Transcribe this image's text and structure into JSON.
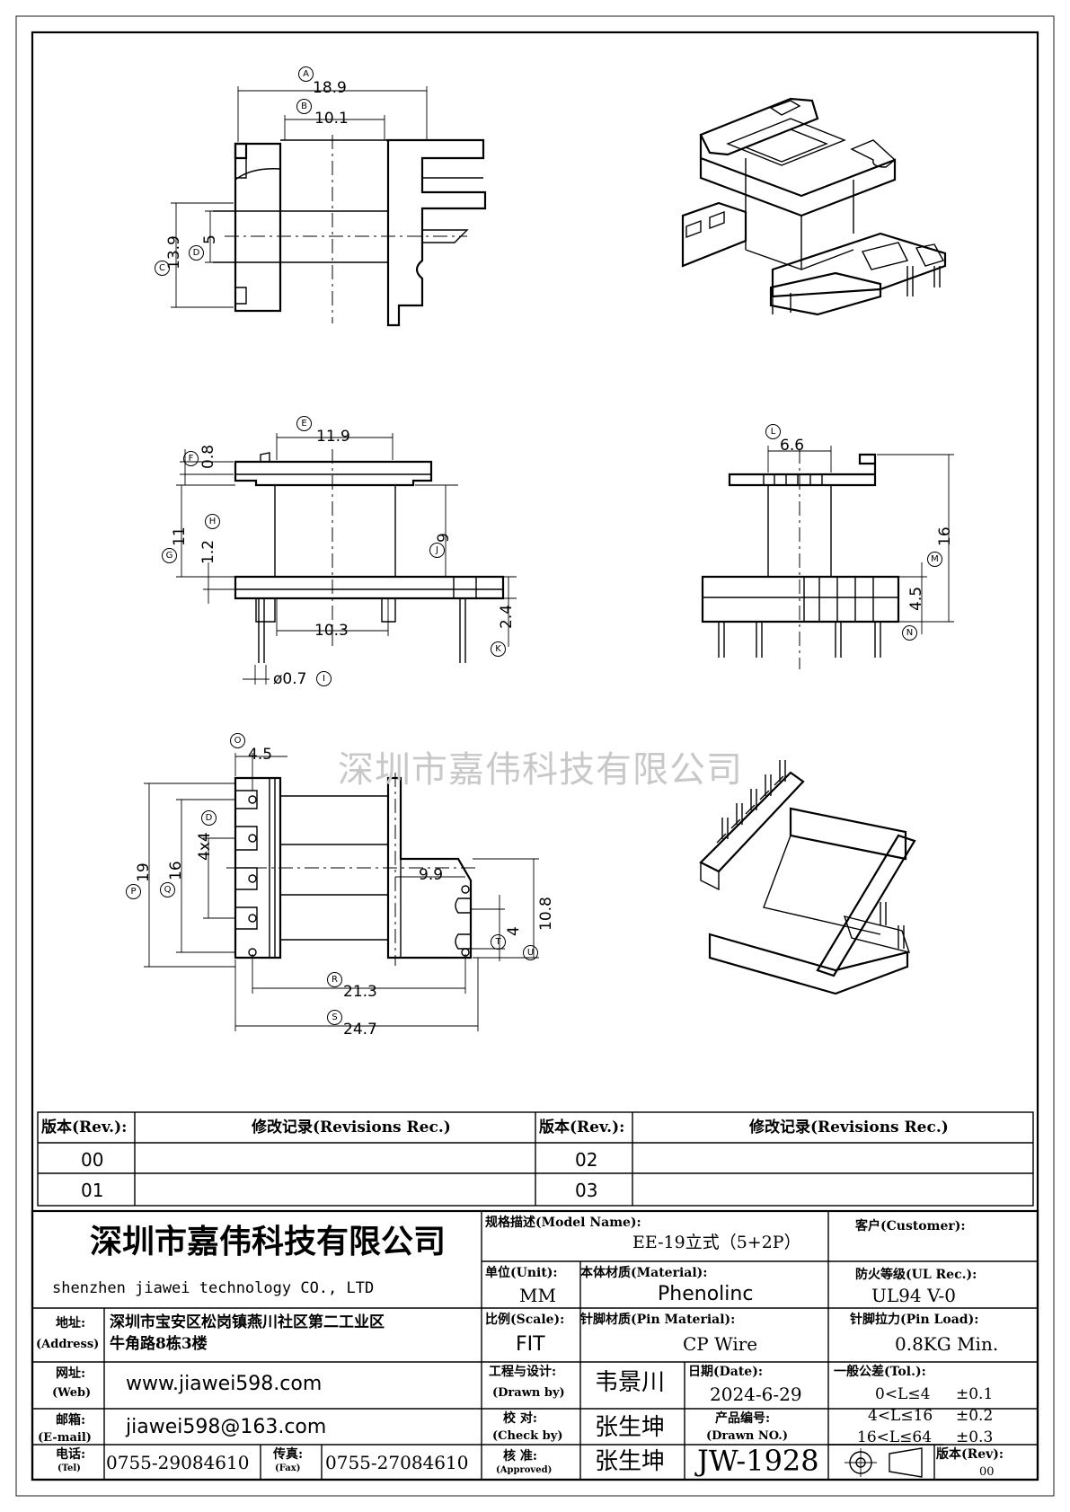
{
  "watermark": "深圳市嘉伟科技有限公司",
  "dimensions": {
    "A": {
      "tag": "A",
      "value": "18.9"
    },
    "B": {
      "tag": "B",
      "value": "10.1"
    },
    "C": {
      "tag": "C",
      "value": "13.9"
    },
    "D": {
      "tag": "D",
      "value": "5"
    },
    "E": {
      "tag": "E",
      "value": "11.9"
    },
    "F": {
      "tag": "F",
      "value": "0.8"
    },
    "G": {
      "tag": "G",
      "value": "11"
    },
    "H": {
      "tag": "H",
      "value": "1.2"
    },
    "J": {
      "tag": "J",
      "value": "9"
    },
    "K": {
      "tag": "K",
      "value": "2.4"
    },
    "I": {
      "tag": "I",
      "value": "ø0.7"
    },
    "W": {
      "value": "10.3"
    },
    "L": {
      "tag": "L",
      "value": "6.6"
    },
    "M": {
      "tag": "M",
      "value": "16"
    },
    "N": {
      "tag": "N",
      "value": "4.5"
    },
    "O": {
      "tag": "O",
      "value": "4.5"
    },
    "D2": {
      "tag": "D",
      "value": "4x4"
    },
    "P": {
      "tag": "P",
      "value": "19"
    },
    "Q": {
      "tag": "Q",
      "value": "16"
    },
    "X": {
      "value": "9.9"
    },
    "T": {
      "tag": "T",
      "value": "4"
    },
    "U": {
      "tag": "U",
      "value": "10.8"
    },
    "R": {
      "tag": "R",
      "value": "21.3"
    },
    "S": {
      "tag": "S",
      "value": "24.7"
    }
  },
  "revisions": {
    "headers": {
      "rev_left": "版本(Rev.):",
      "rec_left": "修改记录(Revisions Rec.)",
      "rev_right": "版本(Rev.):",
      "rec_right": "修改记录(Revisions Rec.)"
    },
    "rows": [
      {
        "rev_left": "00",
        "rec_left": "",
        "rev_right": "02",
        "rec_right": ""
      },
      {
        "rev_left": "01",
        "rec_left": "",
        "rev_right": "03",
        "rec_right": ""
      }
    ]
  },
  "title_block": {
    "company_cn": "深圳市嘉伟科技有限公司",
    "company_en": "shenzhen  jiawei  technology  CO., LTD",
    "address_label": "地址:",
    "address_label_en": "(Address)",
    "address_line1": "深圳市宝安区松岗镇燕川社区第二工业区",
    "address_line2": "牛角路8栋3楼",
    "web_label": "网址:",
    "web_label_en": "(Web)",
    "web": "www.jiawei598.com",
    "email_label": "邮箱:",
    "email_label_en": "(E-mail)",
    "email": "jiawei598@163.com",
    "tel_label": "电话:",
    "tel_label_en": "(Tel)",
    "tel": "0755-29084610",
    "fax_label": "传真:",
    "fax_label_en": "(Fax)",
    "fax": "0755-27084610",
    "model_label": "规格描述(Model Name):",
    "model": "EE-19立式（5+2P）",
    "customer_label": "客户(Customer):",
    "customer": "",
    "unit_label": "单位(Unit):",
    "unit": "MM",
    "material_label": "本体材质(Material):",
    "material": "Phenolinc",
    "ul_label": "防火等级(UL Rec.):",
    "ul": "UL94 V-0",
    "scale_label": "比例(Scale):",
    "scale": "FIT",
    "pin_material_label": "针脚材质(Pin Material):",
    "pin_material": "CP Wire",
    "pin_load_label": "针脚拉力(Pin Load):",
    "pin_load": "0.8KG Min.",
    "drawn_label": "工程与设计:",
    "drawn_label_en": "(Drawn by)",
    "drawn_by": "韦景川",
    "date_label": "日期(Date):",
    "date": "2024-6-29",
    "tol_label": "一般公差(Tol.):",
    "tol_rows": [
      {
        "range": "0<L≤4",
        "tol": "±0.1"
      },
      {
        "range": "4<L≤16",
        "tol": "±0.2"
      },
      {
        "range": "16<L≤64",
        "tol": "±0.3"
      }
    ],
    "check_label": "校  对:",
    "check_label_en": "(Check by)",
    "check_by": "张生坤",
    "drawn_no_label": "产品编号:",
    "drawn_no_label_en": "(Drawn NO.)",
    "drawn_no": "JW-1928",
    "approve_label": "核  准:",
    "approve_label_en": "(Approved)",
    "approve_by": "张生坤",
    "rev_label": "版本(Rev):",
    "rev": "00"
  }
}
